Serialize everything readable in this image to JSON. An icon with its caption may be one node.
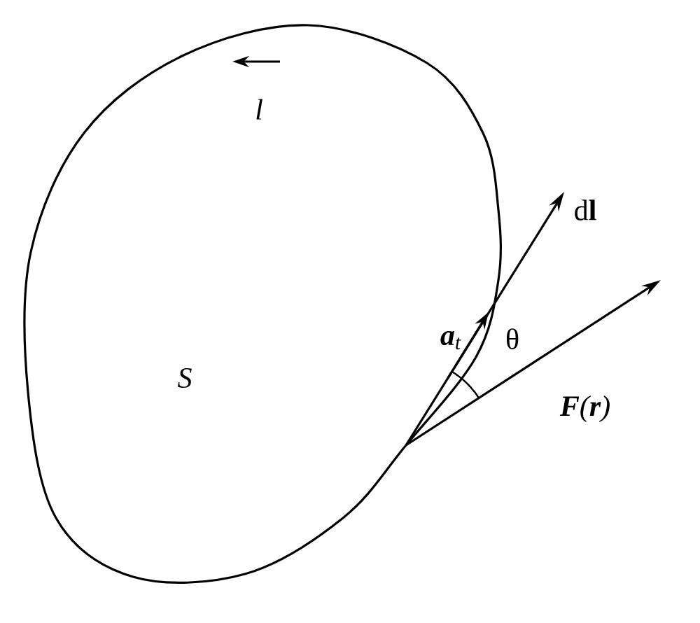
{
  "diagram": {
    "labels": [
      "l",
      "d**l**",
      "**a**$_{t}$",
      "θ",
      "S",
      "**F**(**r**)"
    ]
  }
}
